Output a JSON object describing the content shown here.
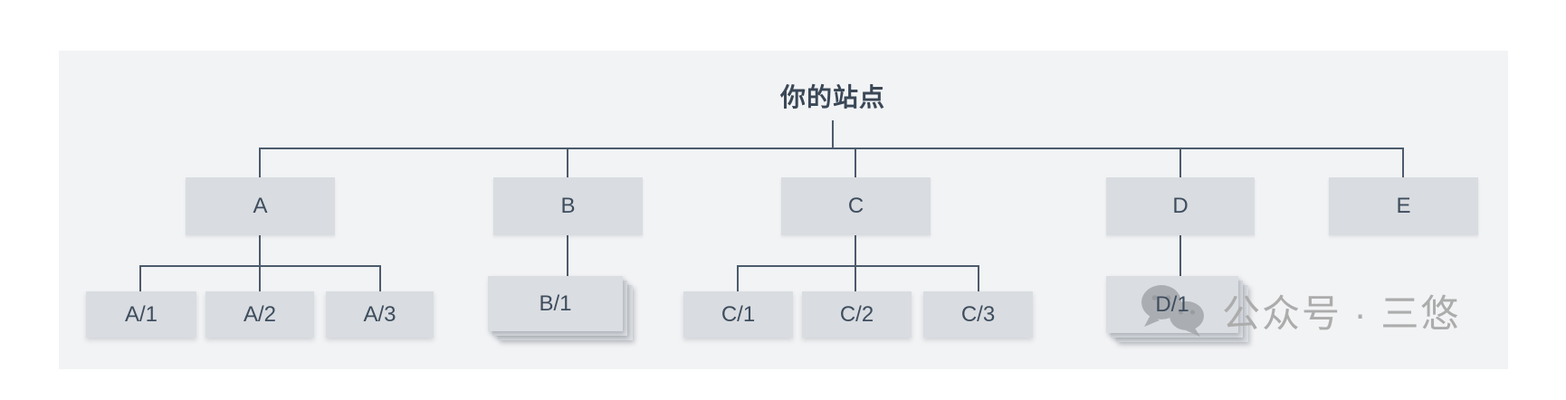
{
  "diagram": {
    "title": "你的站点",
    "nodes": {
      "a": "A",
      "b": "B",
      "c": "C",
      "d": "D",
      "e": "E",
      "a1": "A/1",
      "a2": "A/2",
      "a3": "A/3",
      "b1": "B/1",
      "c1": "C/1",
      "c2": "C/2",
      "c3": "C/3",
      "d1": "D/1"
    },
    "structure": {
      "root": "你的站点",
      "children": {
        "A": [
          "A/1",
          "A/2",
          "A/3"
        ],
        "B": [
          "B/1"
        ],
        "C": [
          "C/1",
          "C/2",
          "C/3"
        ],
        "D": [
          "D/1"
        ],
        "E": []
      }
    },
    "stacked_nodes": [
      "B/1",
      "D/1"
    ]
  },
  "watermark": {
    "text": "公众号 · 三悠",
    "icon": "wechat-logo"
  },
  "colors": {
    "page_bg": "#ffffff",
    "panel_bg": "#f2f3f5",
    "node_fill": "#d9dce0",
    "line": "#4c5b6b",
    "node_text": "#3e4d5e",
    "title_text": "#3a4756",
    "watermark_text": "#acacac",
    "watermark_icon": "#a2a6aa"
  }
}
